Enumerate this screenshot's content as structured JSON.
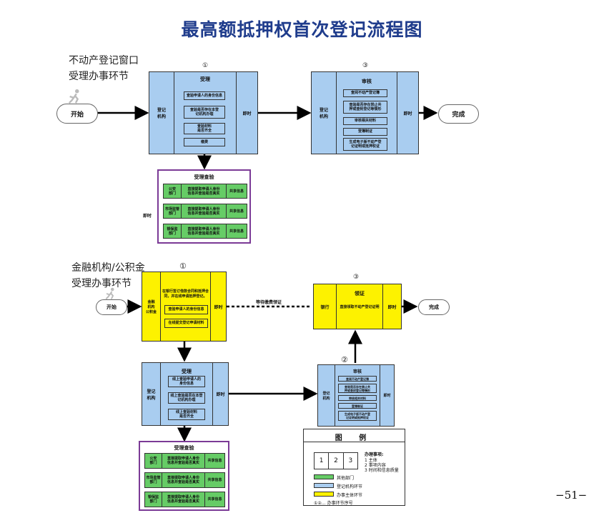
{
  "title": "最高额抵押权首次登记流程图",
  "section1": {
    "header": [
      "不动产登记窗口",
      "受理办事环节"
    ],
    "start": "开始",
    "end": "完成",
    "step1": {
      "num": "①",
      "left": "登记\n机构",
      "title": "受理",
      "items": [
        "查验申请人的身份信息",
        "查验是否存在本登\n记机构办理",
        "查验材料\n是否齐全",
        "缴费"
      ],
      "right": "即时"
    },
    "step2": {
      "num": "③",
      "left": "登记\n机构",
      "title": "审核",
      "items": [
        "查阅不动产登记簿",
        "查验是否存在禁止共\n押或查封登记等情形",
        "审核相关材料",
        "登簿制证",
        "生成电子版不动产登\n记证明或抵押权证"
      ],
      "right": "即时"
    },
    "panel": {
      "title": "受理查验",
      "side": "即时",
      "rows": [
        [
          "公安\n部门",
          "直接提取申请人身份\n信息并查验是否真实",
          "共享信息"
        ],
        [
          "市场监管\n部门",
          "直接提取申请人身份\n信息并查验是否真实",
          "共享信息"
        ],
        [
          "银保监\n部门",
          "直接提取申请人身份\n信息并查验是否真实",
          "共享信息"
        ]
      ]
    }
  },
  "section2": {
    "header": [
      "金融机构/公积金",
      "受理办事环节"
    ],
    "start": "开始",
    "end": "完成",
    "wait_label": "等待缴费领证",
    "step1": {
      "num": "①",
      "left": "金融\n机构\n公积金",
      "desc": "在银行签订借款合同和抵押合\n同，并在线申请抵押登记。",
      "items": [
        "查验申请人的身份信息",
        "在线提交登记申请材料"
      ],
      "right": "即时"
    },
    "step_lz": {
      "num": "③",
      "left": "银行",
      "title": "领证",
      "body": "直接领取不动产登记证明",
      "right": "即时"
    },
    "step_a": {
      "left": "登记\n机构",
      "title": "受理",
      "items": [
        "线上查验申请人的\n身份信息",
        "线上查验是否在本登\n记机构办理",
        "线上查验材料\n是否齐全"
      ],
      "right": "即时"
    },
    "step_b": {
      "num": "②",
      "left": "登记\n机构",
      "title": "审核",
      "items": [
        "查阅不动产登记簿",
        "查验是否存在禁止共\n押或查封登记等情形",
        "审核相关材料",
        "登簿制证",
        "生成电子版不动产登\n记证明或抵押权证"
      ],
      "right": "即时"
    },
    "panel": {
      "title": "受理查验",
      "rows": [
        [
          "公安\n部门",
          "直接提取申请人身份\n信息并查验是否真实",
          "共享信息"
        ],
        [
          "市场监管\n部门",
          "直接提取申请人身份\n信息并查验是否真实",
          "共享信息"
        ],
        [
          "银保监\n部门",
          "直接提取申请人身份\n信息并查验是否真实",
          "共享信息"
        ]
      ]
    }
  },
  "legend": {
    "title": "图 例",
    "cells": [
      "1",
      "2",
      "3"
    ],
    "notes_title": "办理事项:",
    "notes": [
      "1 主体",
      "2 事项内容",
      "3 时间和信息质量"
    ],
    "items": [
      {
        "label": "其他部门",
        "color": "#66cc66"
      },
      {
        "label": "登记机构环节",
        "color": "#a9cdf0"
      },
      {
        "label": "办事主体环节",
        "color": "#fdf200"
      }
    ],
    "seq_label": "①②… 办事环节序号"
  },
  "page_number": "−51−",
  "colors": {
    "blue": "#a9cdf0",
    "yellow": "#fdf200",
    "green": "#66cc66",
    "purple": "#7b3a96",
    "title": "#1f3c8c"
  }
}
